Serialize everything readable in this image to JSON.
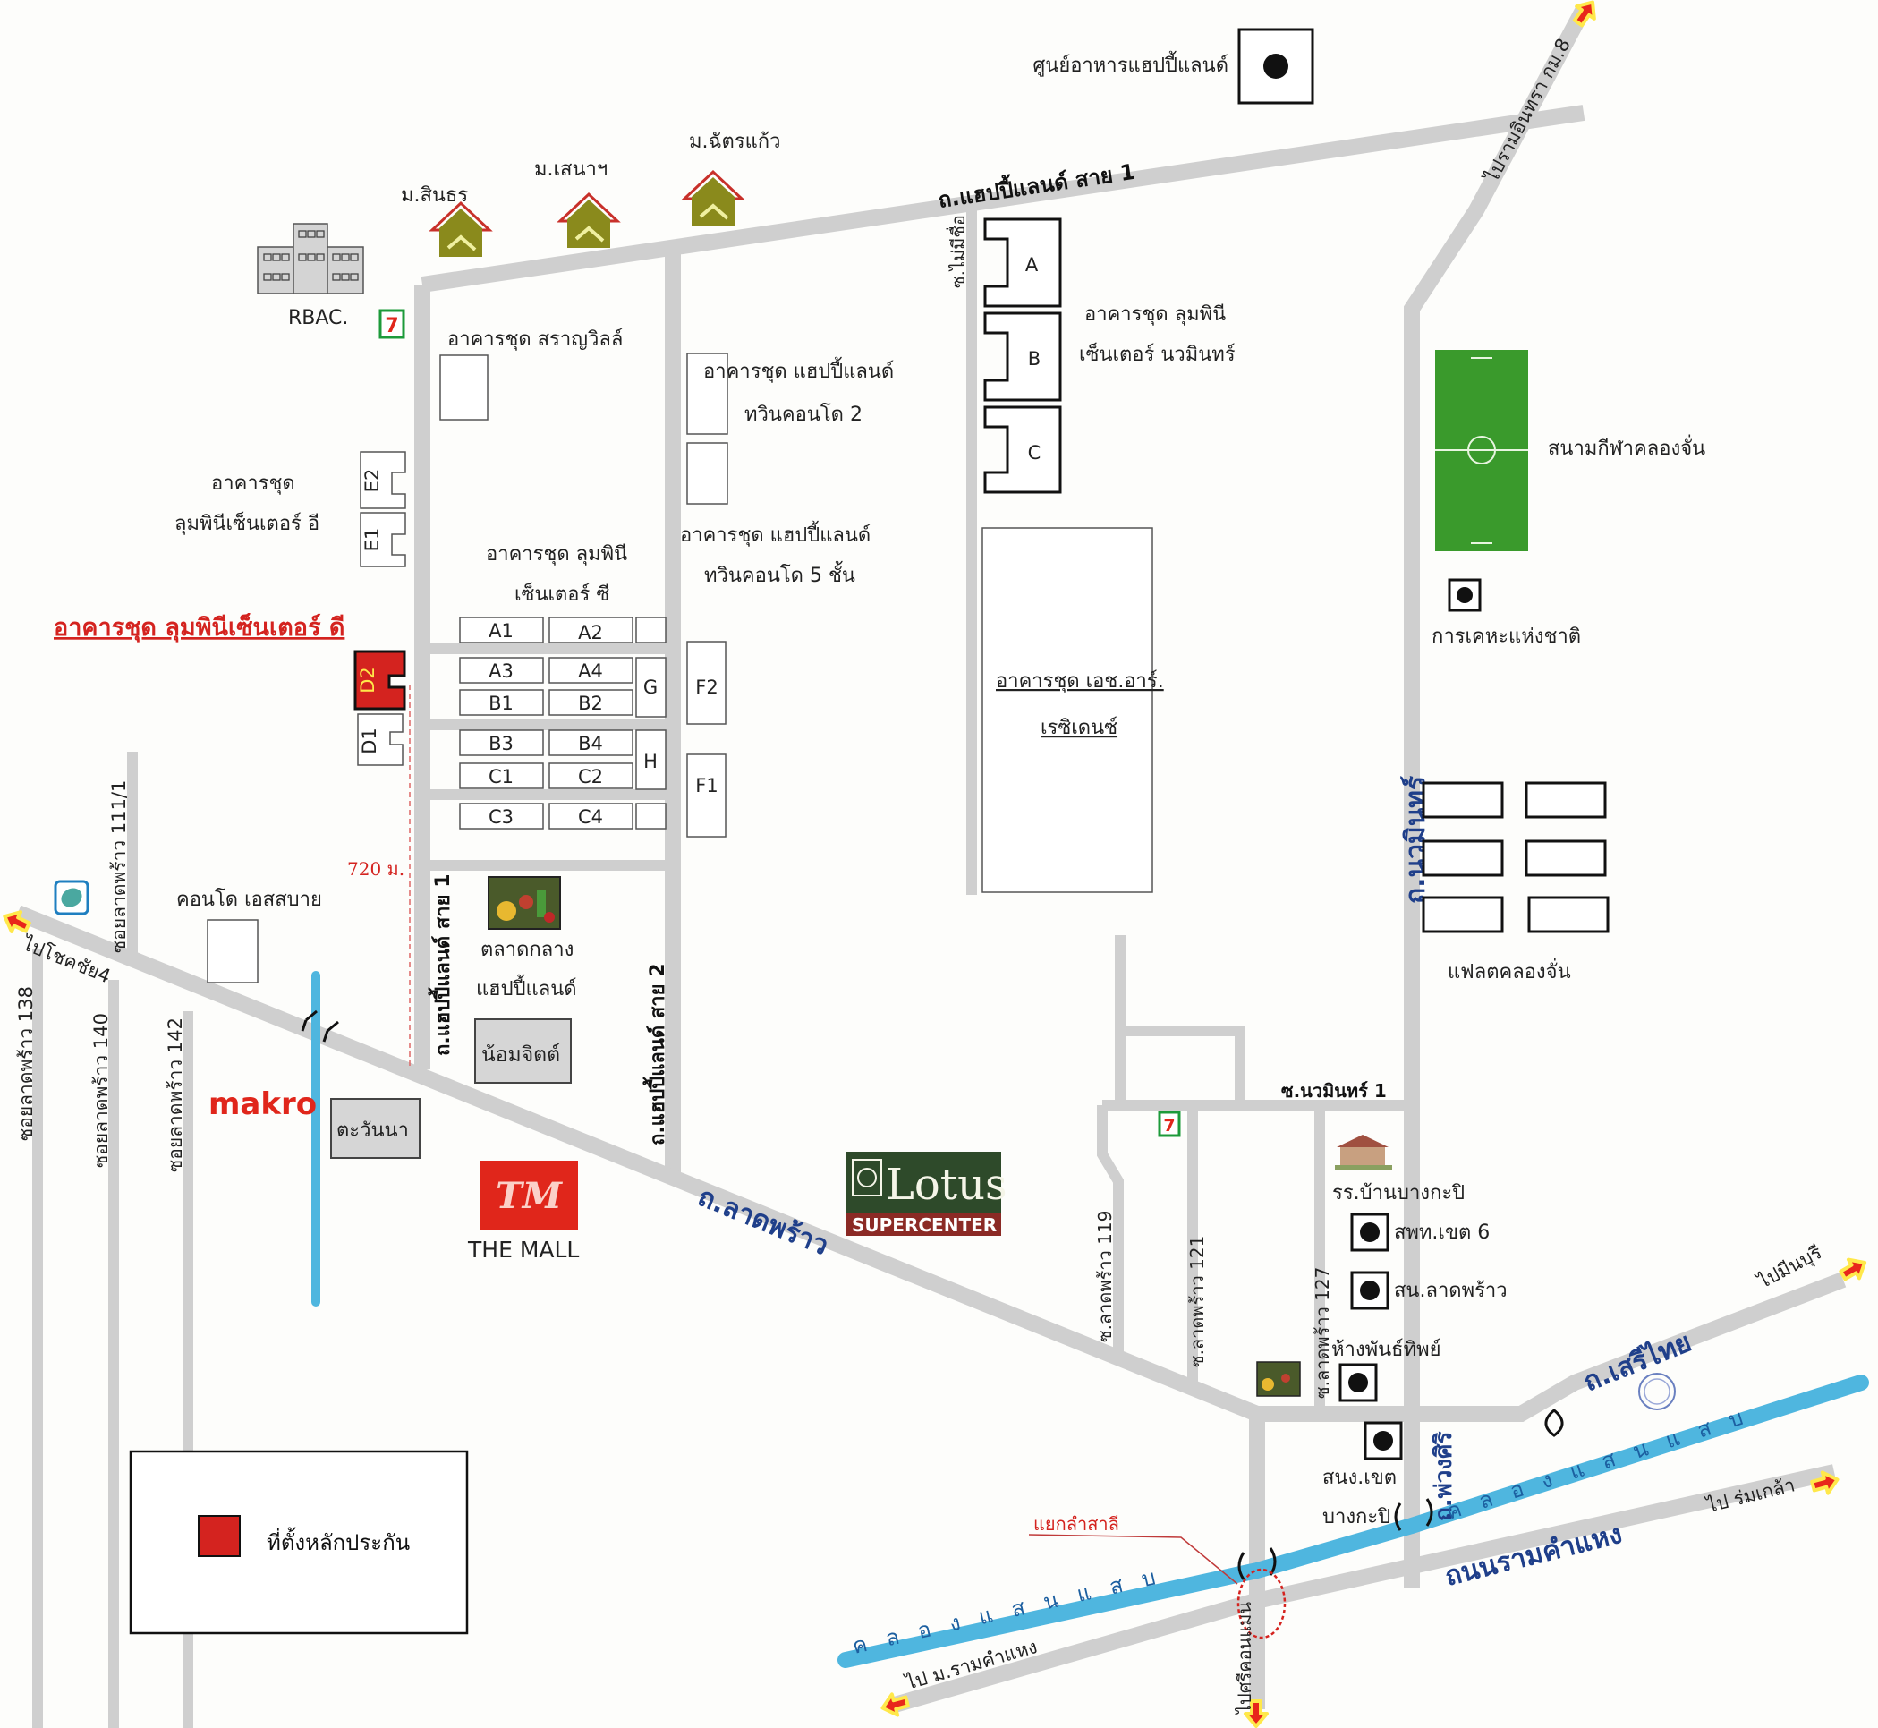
{
  "map": {
    "colors": {
      "road": "#cfcfcf",
      "canal": "#4fb6df",
      "road_label": "#1f3f8a",
      "highlight_red": "#d4231f",
      "field_green": "#3a9a2c",
      "arrow_red": "#e8261b",
      "arrow_glow": "#ffe84a"
    },
    "roads": {
      "happyland_1_top": "ถ.แฮปปี้แลนด์ สาย 1",
      "happyland_1_side": "ถ.แฮปปี้แลนด์ สาย 1",
      "happyland_2": "ถ.แฮปปี้แลนด์ สาย 2",
      "soi_maimiechue": "ซ.ไม่มีชื่อ",
      "nawamin": "ถ.นวมินทร์",
      "soi_nawamin_1": "ซ.นวมินทร์ 1",
      "ladprao": "ถ.ลาดพร้าว",
      "serithai": "ถ.เสรีไทย",
      "phuangsiri": "ถ.พ่วงศิริ",
      "ramkhamhaeng": "ถนนรามคำแหง",
      "soi_138": "ซอยลาดพร้าว 138",
      "soi_140": "ซอยลาดพร้าว 140",
      "soi_142": "ซอยลาดพร้าว 142",
      "soi_111_1": "ซอยลาดพร้าว 111/1",
      "soi_119": "ซ.ลาดพร้าว 119",
      "soi_121": "ซ.ลาดพร้าว 121",
      "soi_127": "ซ.ลาดพร้าว 127",
      "canal": "คลองแสนแสบ",
      "canal_upper_letters": "คลองแสนแสบ",
      "canal_lower_letters": "คลองแสนแสบ"
    },
    "directions": {
      "to_ramintra": "ไปรามอินทรา กม.8",
      "to_chokchai4": "ไปโชคชัย4",
      "to_minburi": "ไปมีนบุรี",
      "to_romklao": "ไป ร่มเกล้า",
      "to_ram_univ": "ไป ม.รามคำแหง",
      "to_sikhonmaen": "ไปศรีคอนแมน"
    },
    "places": {
      "food_center": "ศูนย์อาหารแฮปปี้แลนด์",
      "sinthorn": "ม.สินธร",
      "senanivet": "ม.เสนาฯ",
      "chatkaew": "ม.ฉัตรแก้ว",
      "rbac": "RBAC.",
      "saranvillie": "อาคารชุด สราญวิลล์",
      "twin2_line1": "อาคารชุด แฮปปี้แลนด์",
      "twin2_line2": "ทวินคอนโด 2",
      "twin5_line1": "อาคารชุด แฮปปี้แลนด์",
      "twin5_line2": "ทวินคอนโด 5 ชั้น",
      "lumpini_nawamin_line1": "อาคารชุด ลุมพินี",
      "lumpini_nawamin_line2": "เซ็นเตอร์ นวมินทร์",
      "lumpini_e_line1": "อาคารชุด",
      "lumpini_e_line2": "ลุมพินีเซ็นเตอร์ อี",
      "lumpini_c_line1": "อาคารชุด ลุมพินี",
      "lumpini_c_line2": "เซ็นเตอร์ ซี",
      "lumpini_d": "อาคารชุด ลุมพินีเซ็นเตอร์ ดี",
      "hr_residence_line1": "อาคารชุด เอช.อาร์.",
      "hr_residence_line2": "เรซิเดนซ์",
      "stadium": "สนามกีฬาคลองจั่น",
      "national_housing": "การเคหะแห่งชาติ",
      "flat_klongchan": "แฟลตคลองจั่น",
      "condo_s_sabai": "คอนโด เอสสบาย",
      "market_line1": "ตลาดกลาง",
      "market_line2": "แฮปปี้แลนด์",
      "nomjit": "น้อมจิตต์",
      "tawanna": "ตะวันนา",
      "makro": "makro",
      "the_mall": "THE MALL",
      "lotus": "Lotus",
      "lotus_sub": "SUPERCENTER",
      "school": "รร.บ้านบางกะปิ",
      "revenue_office": "สพท.เขต 6",
      "police": "สน.ลาดพร้าว",
      "panthip": "ห้างพันธ์ทิพย์",
      "district_office_line1": "สนง.เขต",
      "district_office_line2": "บางกะปิ",
      "lamsali_junction": "แยกลำสาลี"
    },
    "distance_label": "720 ม.",
    "building_units": {
      "nawamin_blocks": [
        "A",
        "B",
        "C"
      ],
      "lumpini_e": [
        "E2",
        "E1"
      ],
      "lumpini_d": [
        "D2",
        "D1"
      ],
      "lumpini_c_rows": [
        [
          "A1",
          "A2",
          ""
        ],
        [
          "A3",
          "A4",
          "G"
        ],
        [
          "B1",
          "B2",
          ""
        ],
        [
          "B3",
          "B4",
          "H"
        ],
        [
          "C1",
          "C2",
          ""
        ],
        [
          "C3",
          "C4",
          ""
        ]
      ],
      "twin_f": [
        "F2",
        "F1"
      ]
    },
    "legend": {
      "label": "ที่ตั้งหลักประกัน"
    }
  }
}
